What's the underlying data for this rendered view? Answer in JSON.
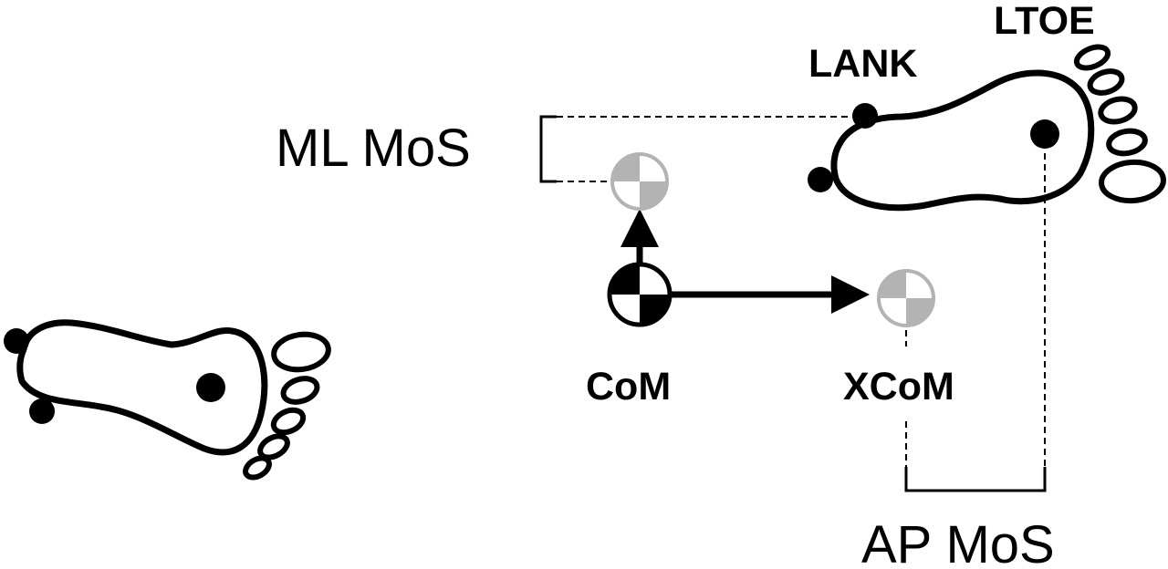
{
  "labels": {
    "lank": "LANK",
    "ltoe": "LTOE",
    "ml_mos": "ML MoS",
    "com": "CoM",
    "xcom": "XCoM",
    "ap_mos": "AP MoS"
  },
  "colors": {
    "ink": "#000000",
    "faded_marker": "#b3b3b3",
    "background": "#ffffff"
  }
}
